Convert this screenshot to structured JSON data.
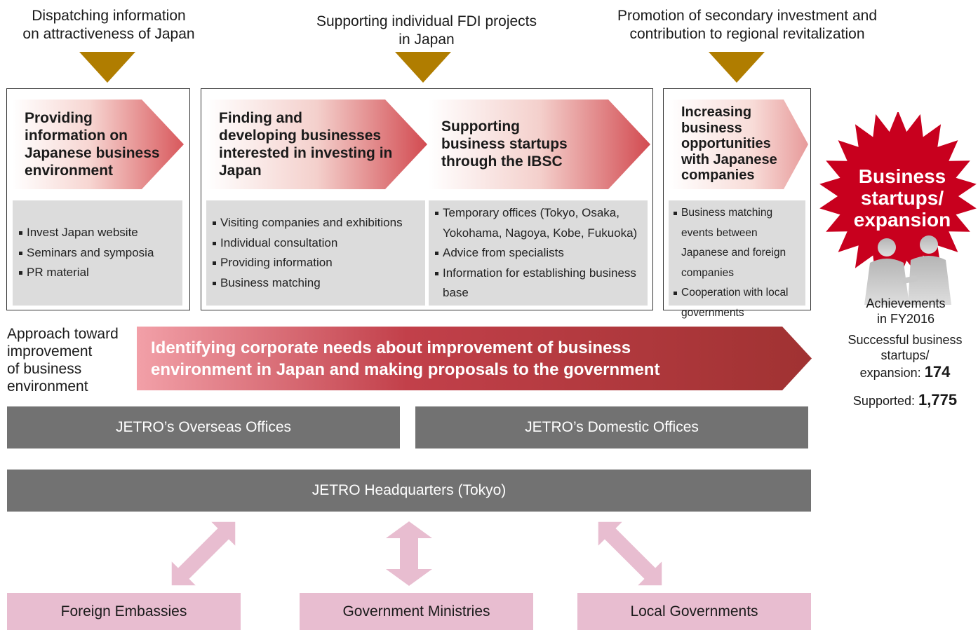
{
  "headers": {
    "left": [
      "Dispatching information",
      "on attractiveness of Japan"
    ],
    "center": [
      "Supporting individual FDI projects",
      "in Japan"
    ],
    "right": [
      "Promotion of secondary investment and",
      "contribution to regional revitalization"
    ]
  },
  "boxes": {
    "info": {
      "title": [
        "Providing",
        "information on",
        "Japanese business",
        "environment"
      ],
      "items": [
        "Invest Japan website",
        "Seminars and symposia",
        "PR material"
      ]
    },
    "finding": {
      "title": [
        "Finding  and",
        "developing businesses",
        "interested in investing in",
        "Japan"
      ],
      "items": [
        "Visiting companies and exhibitions",
        "Individual consultation",
        "Providing information",
        "Business matching"
      ]
    },
    "startups": {
      "title": [
        "Supporting",
        "business startups",
        "through the IBSC"
      ],
      "items": [
        "Temporary offices (Tokyo, Osaka, Yokohama, Nagoya, Kobe, Fukuoka)",
        "Advice from specialists",
        "Information for establishing business base"
      ]
    },
    "opportunities": {
      "title": [
        "Increasing",
        "business",
        "opportunities",
        "with Japanese",
        "companies"
      ],
      "items": [
        "Business matching events between Japanese and foreign companies",
        "Cooperation with local governments"
      ]
    }
  },
  "approach": {
    "label": [
      "Approach toward",
      "improvement",
      "of business",
      "environment"
    ],
    "arrow_text": [
      "Identifying corporate needs about improvement of business",
      "environment in Japan and making proposals to the government"
    ]
  },
  "offices": {
    "overseas": "JETRO’s Overseas Offices",
    "domestic": "JETRO’s Domestic Offices",
    "headquarters": "JETRO Headquarters (Tokyo)"
  },
  "partners": {
    "embassies": "Foreign Embassies",
    "ministries": "Government Ministries",
    "local": "Local Governments"
  },
  "starburst": {
    "lines": [
      "Business",
      "startups/",
      "expansion"
    ]
  },
  "achievements": {
    "title": [
      "Achievements",
      "in FY2016"
    ],
    "success_label": [
      "Successful business",
      "startups/",
      "expansion:"
    ],
    "success_value": "174",
    "supported_label": "Supported:",
    "supported_value": "1,775"
  },
  "colors": {
    "triangle": "#b07d00",
    "arrow_red": "#c0393b",
    "arrow_pink": "#f2c4c4",
    "starburst": "#c8001e",
    "dark_bar": "#727272",
    "pink_box": "#e8bdd0",
    "pink_arrow": "#e8bdd0",
    "grey_list": "#dcdcdc"
  }
}
